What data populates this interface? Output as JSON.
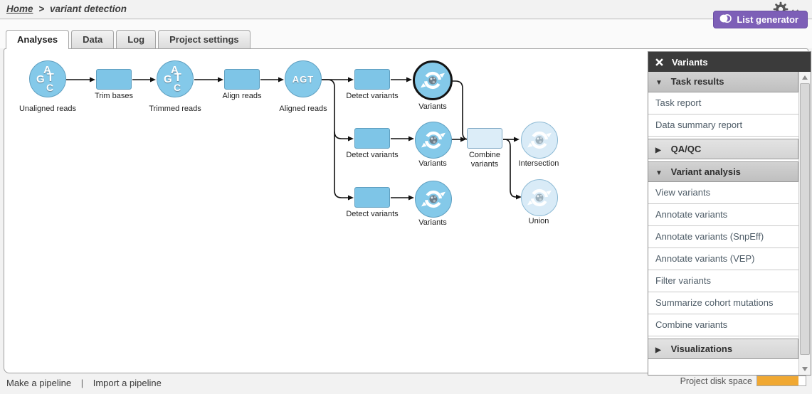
{
  "breadcrumb": {
    "home": "Home",
    "separator": ">",
    "current": "variant detection"
  },
  "topbar": {
    "gear_icon": "settings-gear",
    "chevron_icon": "chevron-down"
  },
  "tabs": [
    {
      "label": "Analyses",
      "active": true
    },
    {
      "label": "Data",
      "active": false
    },
    {
      "label": "Log",
      "active": false
    },
    {
      "label": "Project settings",
      "active": false
    }
  ],
  "list_generator": {
    "label": "List generator"
  },
  "canvas": {
    "node_labels": [
      "Unaligned reads",
      "Trim bases",
      "Trimmed reads",
      "Align reads",
      "Aligned reads",
      "Detect variants",
      "Variants",
      "Detect variants",
      "Variants",
      "Combine variants",
      "Intersection",
      "Detect variants",
      "Variants",
      "Union"
    ],
    "acgt_icon": {
      "a": "A",
      "g": "G",
      "t": "T",
      "c": "C"
    },
    "agt_text": "AGT",
    "footer_links": {
      "make_pipeline": "Make a pipeline",
      "separator": "|",
      "import_pipeline": "Import a pipeline"
    }
  },
  "sidebar": {
    "title": "Variants",
    "sections": [
      {
        "label": "Task results",
        "expanded": true,
        "items": [
          "Task report",
          "Data summary report"
        ]
      },
      {
        "label": "QA/QC",
        "expanded": false,
        "items": []
      },
      {
        "label": "Variant analysis",
        "expanded": true,
        "items": [
          "View variants",
          "Annotate variants",
          "Annotate variants (SnpEff)",
          "Annotate variants (VEP)",
          "Filter variants",
          "Summarize cohort mutations",
          "Combine variants"
        ]
      },
      {
        "label": "Visualizations",
        "expanded": false,
        "items": []
      }
    ],
    "icons": {
      "expanded": "▼",
      "collapsed": "▶"
    }
  },
  "footer": {
    "disk_label": "Project disk space",
    "disk_fill_percent": 85
  },
  "colors": {
    "accent_purple": "#7d5fb7",
    "node_blue": "#84c9e9",
    "node_pale": "#d9ebf7",
    "selected_border": "#141414",
    "disk_orange": "#f0a832",
    "sidebar_header_bg": "#3b3b3b"
  }
}
